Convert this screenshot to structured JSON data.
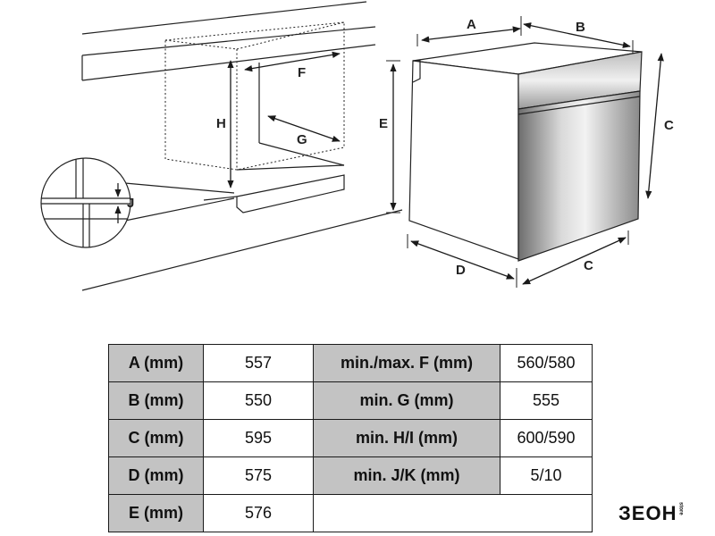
{
  "diagram": {
    "labels": {
      "A": "A",
      "B": "B",
      "C": "C",
      "D": "D",
      "E": "E",
      "F": "F",
      "G": "G",
      "H": "H",
      "J": "J"
    }
  },
  "table": {
    "rows": [
      {
        "label1": "A (mm)",
        "value1": "557",
        "label2": "min./max. F (mm)",
        "value2": "560/580"
      },
      {
        "label1": "B (mm)",
        "value1": "550",
        "label2": "min. G (mm)",
        "value2": "555"
      },
      {
        "label1": "C (mm)",
        "value1": "595",
        "label2": "min. H/I (mm)",
        "value2": "600/590"
      },
      {
        "label1": "D (mm)",
        "value1": "575",
        "label2": "min. J/K (mm)",
        "value2": "5/10"
      },
      {
        "label1": "E (mm)",
        "value1": "576",
        "label2": "",
        "value2": ""
      }
    ]
  },
  "brand": {
    "logo": "ЗЕОН",
    "logo_small": "store"
  }
}
